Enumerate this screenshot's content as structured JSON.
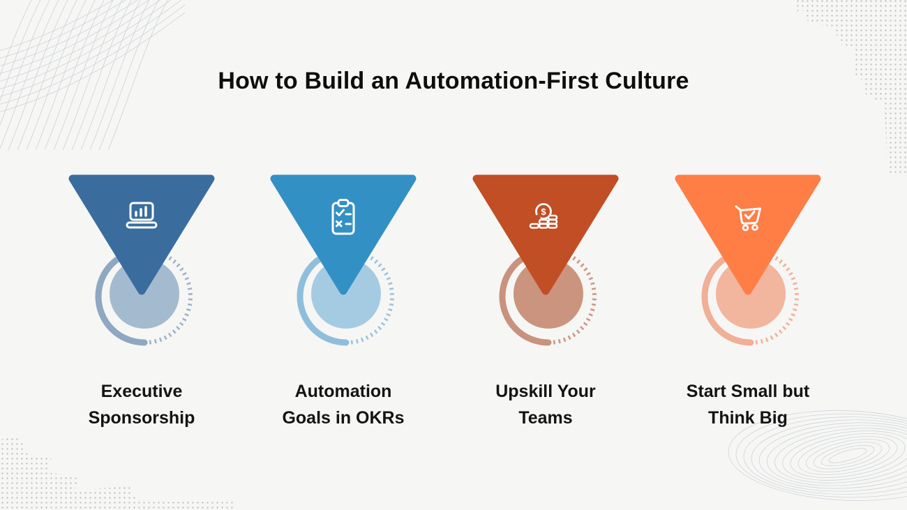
{
  "title": "How to Build an Automation-First Culture",
  "background_color": "#f6f6f4",
  "steps": [
    {
      "name": "Executive Sponsorship",
      "lines": [
        "Executive",
        "Sponsorship"
      ],
      "icon": "laptop-analytics-icon",
      "colors": {
        "triangle": "#3a6d9e",
        "circle": "#a4bacf",
        "arc": "#8ea8c3",
        "dots": "#9fb3c9"
      }
    },
    {
      "name": "Automation Goals in OKRs",
      "lines": [
        "Automation",
        "Goals in OKRs"
      ],
      "icon": "checklist-icon",
      "colors": {
        "triangle": "#3390c5",
        "circle": "#a5cbe2",
        "arc": "#8fbedc",
        "dots": "#9cc4df"
      }
    },
    {
      "name": "Upskill Your Teams",
      "lines": [
        "Upskill Your",
        "Teams"
      ],
      "icon": "coins-dollar-icon",
      "coin_symbol": "$",
      "colors": {
        "triangle": "#c14e24",
        "circle": "#cb947f",
        "arc": "#c8927d",
        "dots": "#cd9883"
      }
    },
    {
      "name": "Start Small but Think Big",
      "lines": [
        "Start Small but",
        "Think Big"
      ],
      "icon": "cart-check-icon",
      "colors": {
        "triangle": "#ff7e46",
        "circle": "#f2b59d",
        "arc": "#f0af96",
        "dots": "#f2b29a"
      }
    }
  ],
  "decor": {
    "line_color": "#c3c9d1",
    "dot_color": "#8f959c"
  }
}
